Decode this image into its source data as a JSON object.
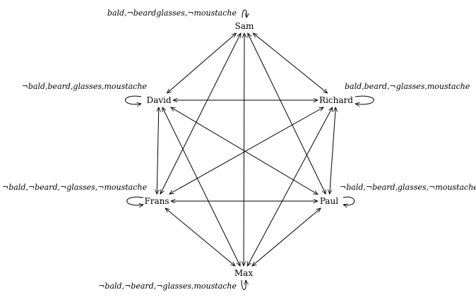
{
  "nodes": {
    "sam": {
      "name": "Sam",
      "props": "bald,¬beardglasses,¬moustache"
    },
    "david": {
      "name": "David",
      "props": "¬bald,beard,glasses,moustache"
    },
    "richard": {
      "name": "Richard",
      "props": "bald,beard,¬glasses,moustache"
    },
    "frans": {
      "name": "Frans",
      "props": "¬bald,¬beard,¬glasses,¬moustache"
    },
    "paul": {
      "name": "Paul",
      "props": "¬bald,¬beard,glasses,¬moustache"
    },
    "max": {
      "name": "Max",
      "props": "¬bald,¬beard,¬glasses,moustache"
    }
  },
  "edges": [
    [
      "sam",
      "david"
    ],
    [
      "sam",
      "richard"
    ],
    [
      "sam",
      "frans"
    ],
    [
      "sam",
      "paul"
    ],
    [
      "sam",
      "max"
    ],
    [
      "david",
      "richard"
    ],
    [
      "david",
      "frans"
    ],
    [
      "david",
      "paul"
    ],
    [
      "david",
      "max"
    ],
    [
      "richard",
      "frans"
    ],
    [
      "richard",
      "paul"
    ],
    [
      "richard",
      "max"
    ],
    [
      "frans",
      "paul"
    ],
    [
      "frans",
      "max"
    ],
    [
      "paul",
      "max"
    ]
  ]
}
